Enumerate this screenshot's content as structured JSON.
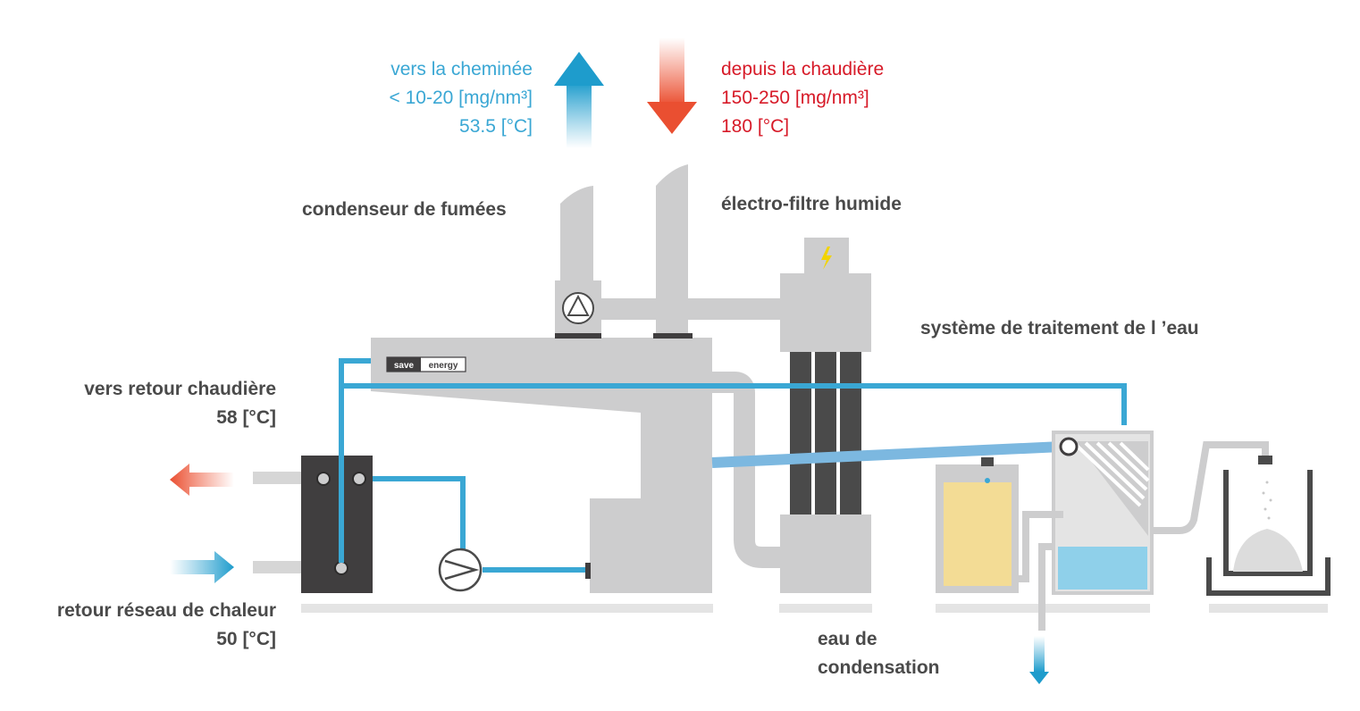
{
  "stack_out": {
    "title": "vers la cheminée",
    "dust": "< 10-20 [mg/nm³]",
    "temp": "53.5 [°C]"
  },
  "boiler_in": {
    "title": "depuis la chaudière",
    "dust": "150-250 [mg/nm³]",
    "temp": "180 [°C]"
  },
  "components": {
    "condenser": "condenseur de fumées",
    "filter": "électro-filtre humide",
    "water_treatment": "système de traitement de l ’eau",
    "condensate": [
      "eau de",
      "condensation"
    ]
  },
  "return_boiler": {
    "title": "vers retour chaudière",
    "temp": "58 [°C]"
  },
  "return_network": {
    "title": "retour réseau de chaleur",
    "temp": "50 [°C]"
  },
  "brand": {
    "word1": "save",
    "word2": "energy"
  },
  "colors": {
    "blue": "#3aa7d4",
    "red": "#d71a28",
    "orange": "#ef5a3c",
    "machine_gray": "#cdcdce",
    "dark_gray": "#4a4a4a",
    "exchanger": "#403e3f",
    "water": "#8fd0ea",
    "sludge": "#f3dc95"
  }
}
